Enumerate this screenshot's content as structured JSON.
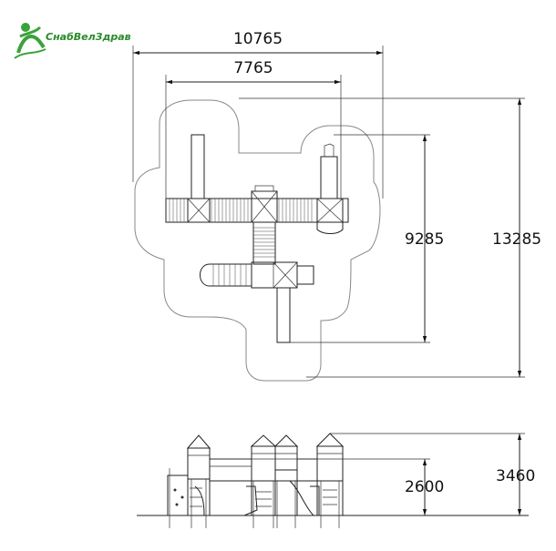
{
  "logo": {
    "text": "СнабВелЗдрав"
  },
  "plan_view": {
    "dimensions": {
      "overall_width": "10765",
      "inner_width": "7765",
      "inner_height": "9285",
      "overall_height": "13285"
    }
  },
  "elevation_view": {
    "dimensions": {
      "platform_height": "2600",
      "total_height": "3460"
    }
  }
}
